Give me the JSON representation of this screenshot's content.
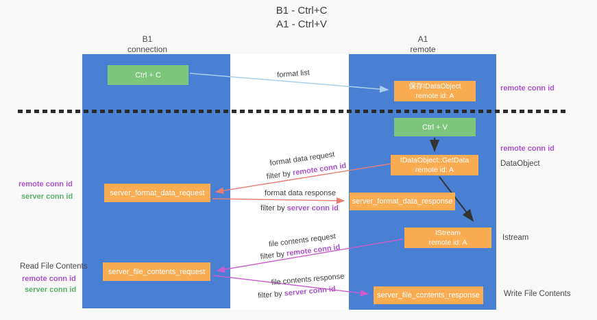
{
  "title": {
    "line1": "B1 - Ctrl+C",
    "line2": "A1 - Ctrl+V"
  },
  "columns": {
    "left": {
      "name": "B1",
      "role": "connection"
    },
    "right": {
      "name": "A1",
      "role": "remote"
    }
  },
  "boxes": {
    "ctrl_c": "Ctrl + C",
    "ctrl_v": "Ctrl + V",
    "save_idataobject": {
      "line1": "保存IDataObject",
      "line2": "remote id: A"
    },
    "getdata": {
      "line1": "IDataObject::GetData",
      "line2": "remote id: A"
    },
    "istream": {
      "line1": "IStream",
      "line2": "remote id: A"
    },
    "format_request": "server_format_data_request",
    "format_response": "server_format_data_response",
    "file_request": "server_file_contents_request",
    "file_response": "server_file_contents_response"
  },
  "arrow_labels": {
    "format_list": "format list",
    "format_data_request": "format data request",
    "format_data_response": "format data response",
    "file_contents_request": "file contents request",
    "file_contents_response": "file contents response",
    "filter_by": "filter by",
    "remote_conn_id": "remote conn id",
    "server_conn_id": "server conn id"
  },
  "side_labels": {
    "remote_conn_id": "remote conn id",
    "server_conn_id": "server conn id",
    "dataobject": "DataObject",
    "istream": "Istream",
    "read_file_contents": "Read File Contents",
    "write_file_contents": "Write File Contents"
  },
  "colors": {
    "column_blue": "#4a80d4",
    "box_green": "#7cc77d",
    "box_orange": "#f9ac52",
    "purple_id": "#a853c7",
    "green_id": "#56b366",
    "arrow_light_blue": "#a9cfec",
    "arrow_red": "#e87d74",
    "arrow_magenta": "#cb5bcb",
    "arrow_black": "#333333"
  }
}
